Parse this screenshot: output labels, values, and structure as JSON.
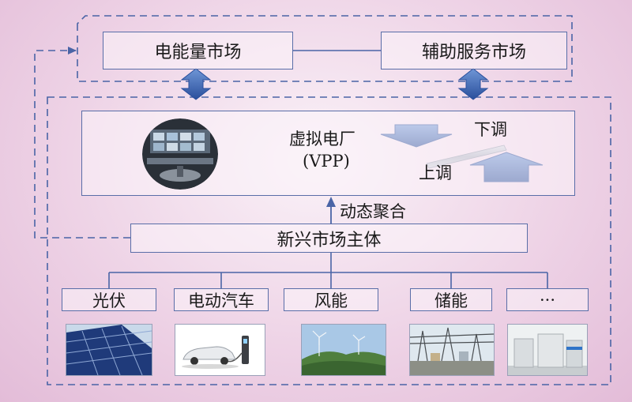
{
  "top_markets": {
    "energy_market": "电能量市场",
    "ancillary_market": "辅助服务市场"
  },
  "vpp": {
    "name_cn": "虚拟电厂",
    "name_en": "(VPP)",
    "regulate_down": "下调",
    "regulate_up": "上调"
  },
  "aggregation_label": "动态聚合",
  "emerging_entities": "新兴市场主体",
  "resources": [
    "光伏",
    "电动汽车",
    "风能",
    "储能",
    "···"
  ],
  "icons": {
    "control_room": "control-room-photo",
    "solar": "solar-panel-photo",
    "ev": "electric-car-charging-photo",
    "wind": "wind-turbine-photo",
    "storage": "energy-storage-station-photo",
    "other": "battery-container-photo"
  },
  "colors": {
    "line": "#4a64a6",
    "arrow_fill": "#3f6ab8",
    "background": "#eed3e6"
  }
}
